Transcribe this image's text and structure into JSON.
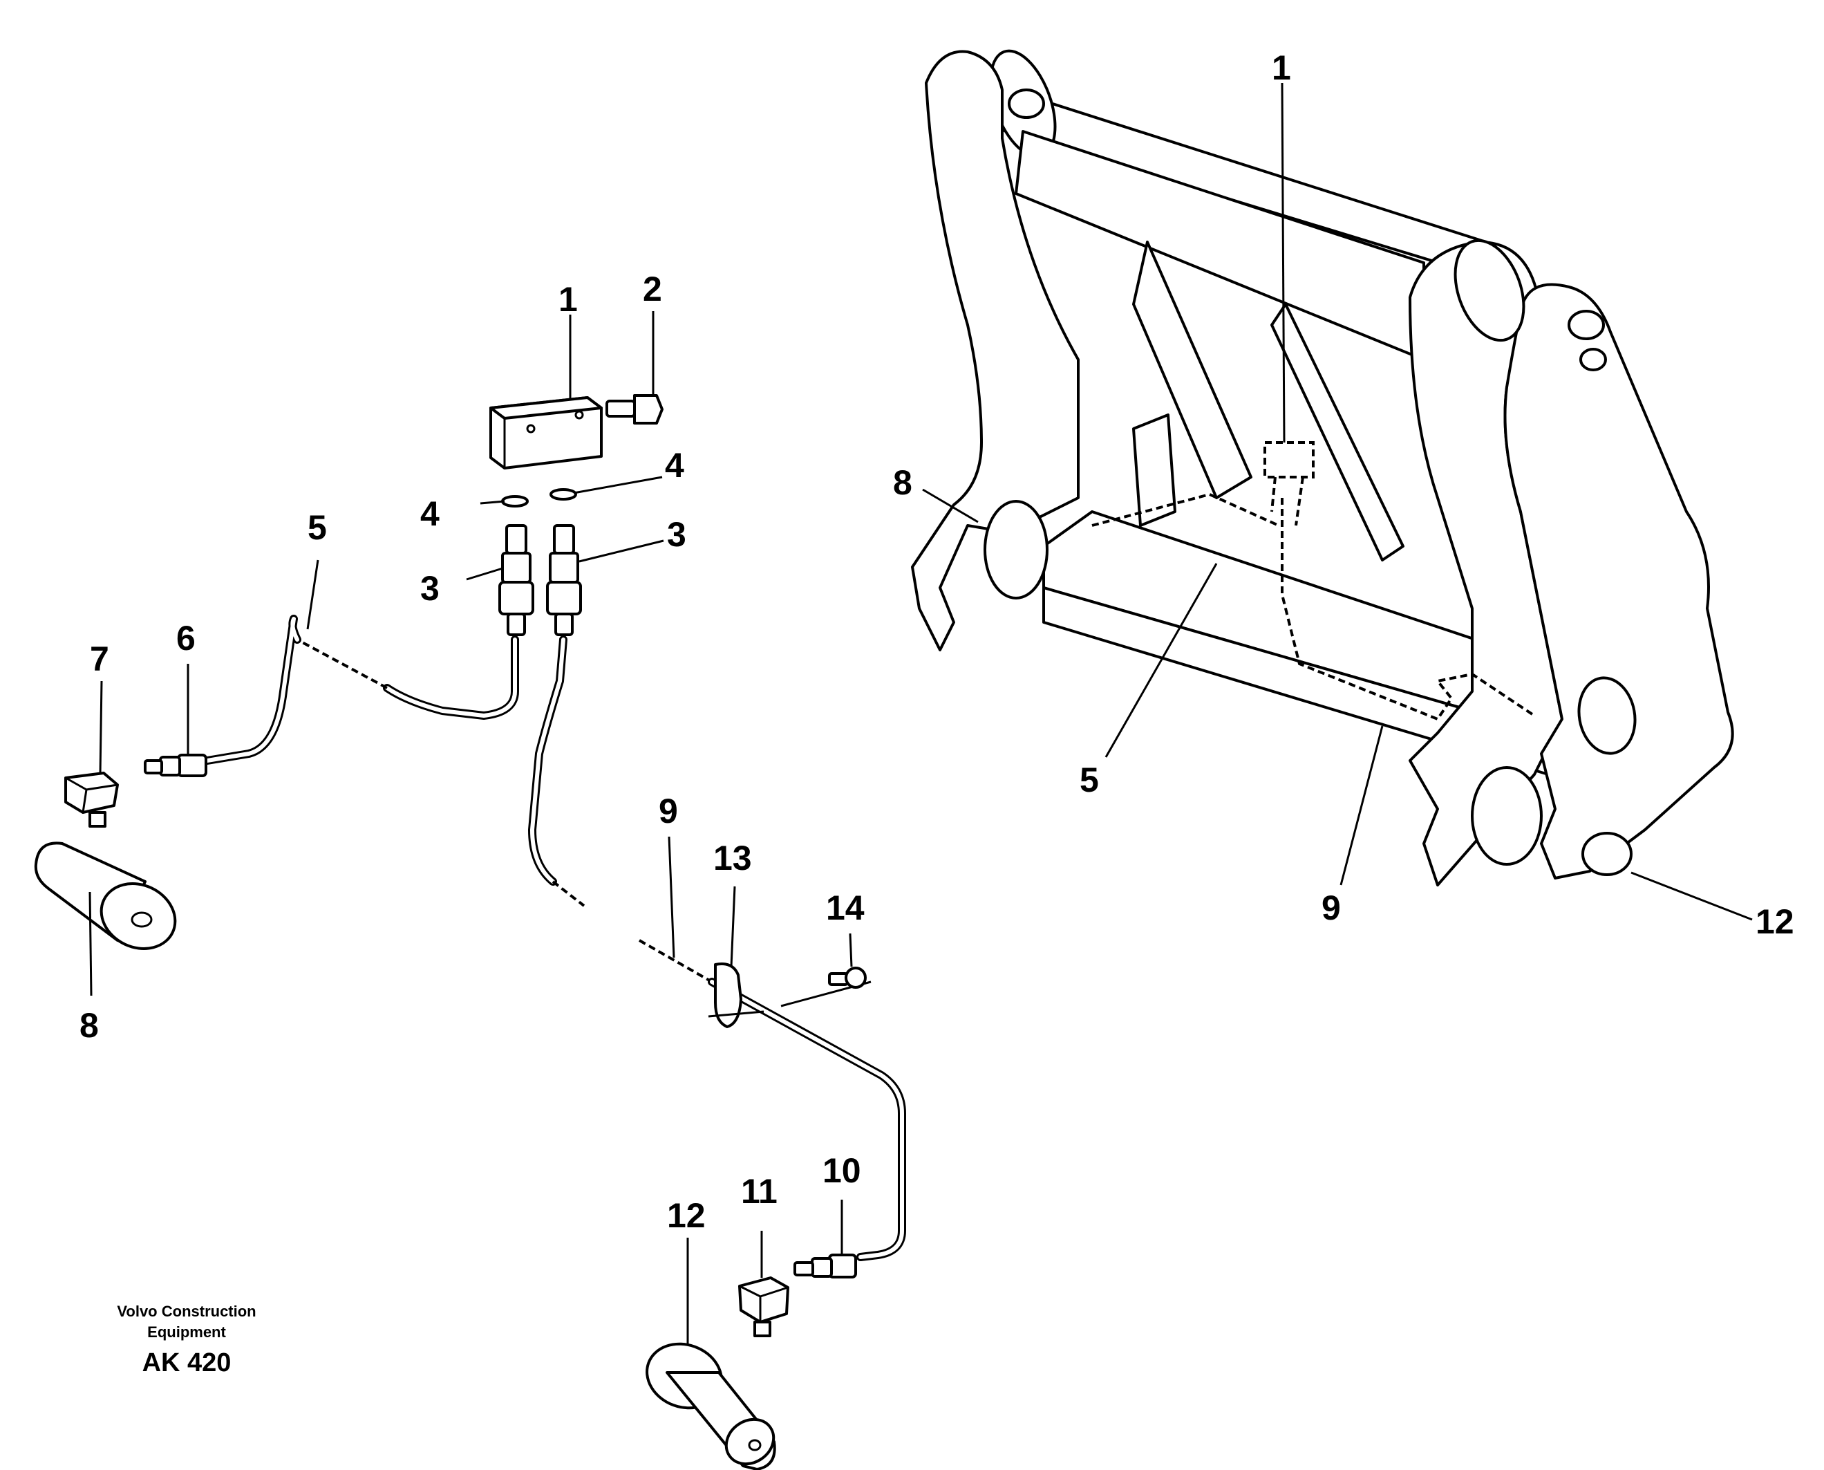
{
  "callouts": {
    "c1a": "1",
    "c2": "2",
    "c4a": "4",
    "c4b": "4",
    "c3a": "3",
    "c3b": "3",
    "c5a": "5",
    "c6": "6",
    "c7": "7",
    "c8a": "8",
    "c9a": "9",
    "c13": "13",
    "c14": "14",
    "c10": "10",
    "c11": "11",
    "c12a": "12",
    "c1b": "1",
    "c8b": "8",
    "c5b": "5",
    "c9b": "9",
    "c12b": "12"
  },
  "caption": {
    "company_line1": "Volvo Construction",
    "company_line2": "Equipment",
    "code": "AK 420"
  }
}
